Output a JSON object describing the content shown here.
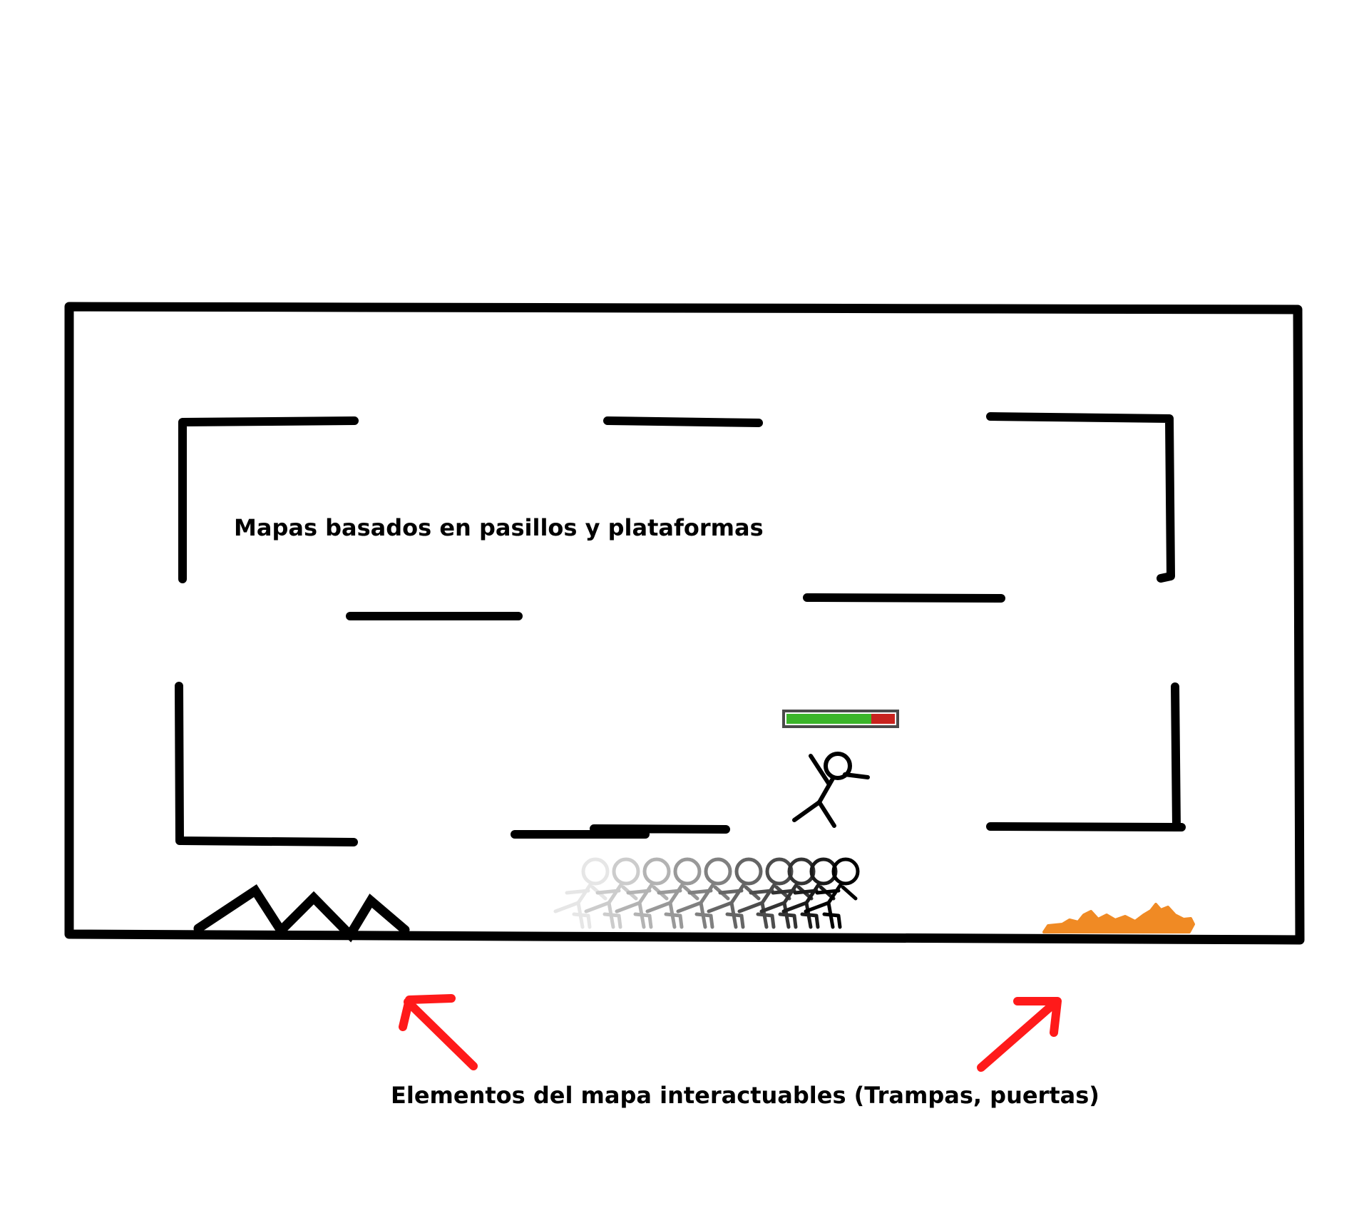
{
  "annotations": {
    "map_description": "Mapas basados en pasillos y plataformas",
    "interactive_elements": "Elementos del mapa interactuables (Trampas, puertas)"
  },
  "player": {
    "health_fraction": 0.78
  },
  "colors": {
    "ink": "#000000",
    "health_fill": "#3bb52a",
    "health_missing": "#c8231e",
    "health_border": "#4a4a4a",
    "fire": "#f08a24",
    "arrow": "#ff1a1a",
    "background": "#ffffff"
  },
  "icons": {
    "player": "stick-figure-icon",
    "trail": "motion-trail-icon",
    "spikes": "spike-trap-icon",
    "fire": "fire-trap-icon",
    "arrow": "pointer-arrow-icon"
  }
}
